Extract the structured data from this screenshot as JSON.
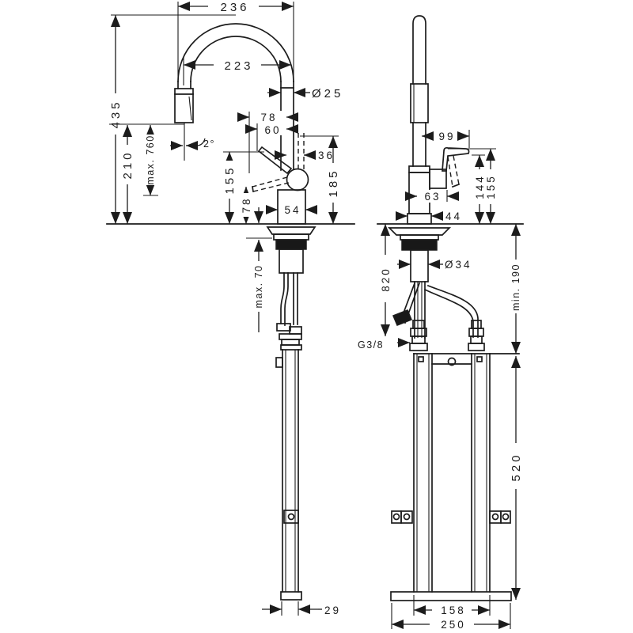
{
  "drawing": {
    "type": "faucet installation dimensional drawing",
    "views": [
      "front view with arc spout",
      "side view with mounting bracket"
    ]
  },
  "front_view": {
    "dims": {
      "arc_width": "236",
      "arc_inner_width": "223",
      "pipe_diameter": "Ø25",
      "overall_height": "435",
      "outlet_height": "210",
      "pullout_length": "max. 760",
      "spray_angle": "2°",
      "handle_reach_raised": "78",
      "handle_reach_lowered": "60",
      "outlet_offset": "36",
      "swivel_height": "185",
      "handle_tip_height": "155",
      "handle_lowered_height": "78",
      "base_width": "54",
      "counter_thickness": "max. 70",
      "bracket_depth": "29"
    }
  },
  "side_view": {
    "dims": {
      "handle_length": "99",
      "handle_underside_height": "144",
      "handle_top_height": "155",
      "handle_projection": "63",
      "base_depth": "44",
      "shank_diameter": "Ø34",
      "hose_length": "820",
      "supply_thread": "G3/8",
      "clearance_below": "min. 190",
      "bracket_height": "520",
      "bracket_width": "158",
      "baseplate_width": "250"
    }
  }
}
